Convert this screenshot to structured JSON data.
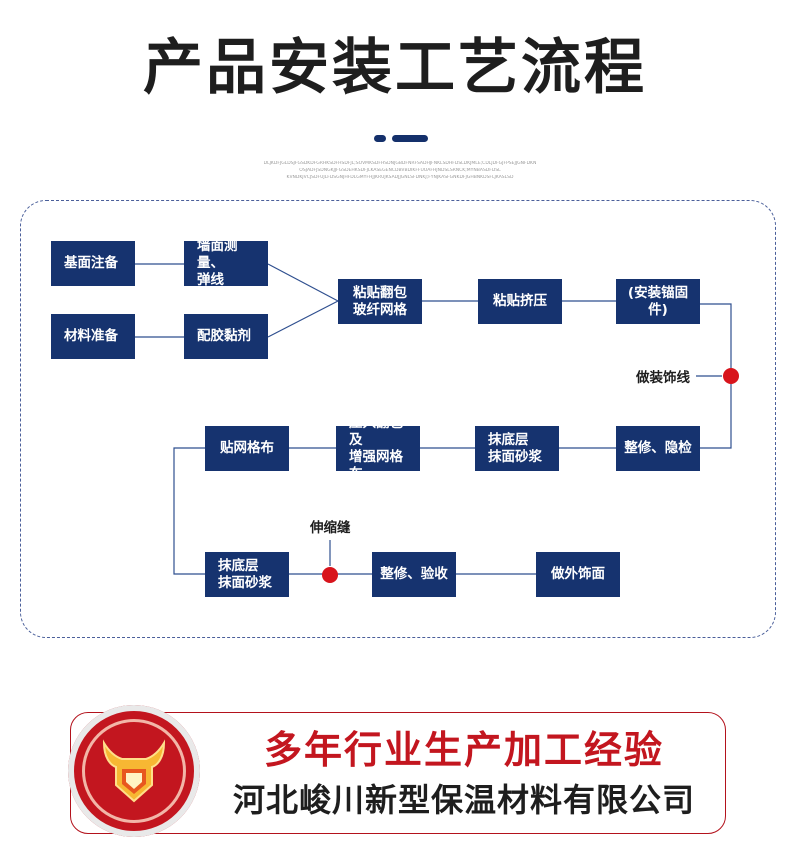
{
  "title": "产品安装工艺流程",
  "filler_text": {
    "line1": "DLJKDFJGLDSJFGSDKDFGRHKSDFHSDFJL;SOVMKSDFHSDNJGBDFNRFSADHJFNKLSDHFDSLDKJMLE;CDLJDFGJFPSEJJGNFDKN",
    "line2": "OSJADFJSDNGKJJFGSDEHKSDFJLKASEGENCDBVBDIKFFUOAFHJNDSLSRNCK;MYNBASDFDSL",
    "line3": "KVNDKJVCJSDFUJLFDSGNJHFDLGMYFHJJKRUJKSADJJGNLSFDNKJ;FYNJKASFGNKDFJGHBNKDSFLJKASLSD"
  },
  "nodes": {
    "n1": "基面注备",
    "n2": "墙面测量、\n弹线",
    "n3": "材料准备",
    "n4": "配胶黏剂",
    "n5": "粘贴翻包\n玻纤网格",
    "n6": "粘贴挤压",
    "n7": "(安装锚固件)",
    "n8": "整修、隐检",
    "n9": "抹底层\n抹面砂浆",
    "n10": "压入翻包及\n增强网格布",
    "n11": "贴网格布",
    "n12": "抹底层\n抹面砂浆",
    "n13": "整修、验收",
    "n14": "做外饰面"
  },
  "side_labels": {
    "trim": "做装饰线",
    "joint": "伸缩缝"
  },
  "banner": {
    "slogan": "多年行业生产加工经验",
    "company": "河北峻川新型保温材料有限公司"
  },
  "colors": {
    "node_fill": "#16336f",
    "marker_red": "#d8141c",
    "slogan_red": "#c3161f"
  },
  "icons": [
    "bull-shield-logo-icon"
  ]
}
